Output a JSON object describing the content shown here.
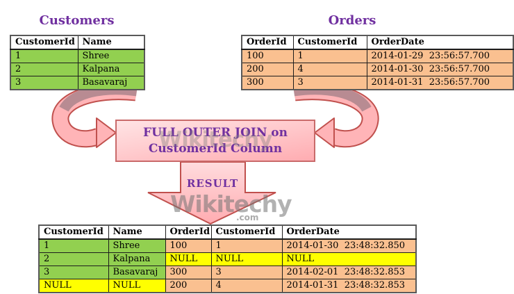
{
  "palette": {
    "green": "#92d050",
    "orange": "#fac090",
    "yellow": "#ffff00",
    "purple": "#7030a0",
    "pink_band": "#ffb4b7",
    "pink_border": "#c0504d",
    "pink_light": "#ffdcde",
    "pink_deep": "#ffacb1",
    "flap": "#b4898f",
    "table_outer_border": "#595959",
    "table_inner_border": "#1c1c1c",
    "watermark_gray": "#7d7d7d"
  },
  "customers_table": {
    "title": "Customers",
    "headers": [
      "CustomerId",
      "Name"
    ],
    "rows": [
      {
        "cells": [
          "1",
          "Shree"
        ],
        "colors": [
          "green",
          "green"
        ]
      },
      {
        "cells": [
          "2",
          "Kalpana"
        ],
        "colors": [
          "green",
          "green"
        ]
      },
      {
        "cells": [
          "3",
          "Basavaraj"
        ],
        "colors": [
          "green",
          "green"
        ]
      }
    ]
  },
  "orders_table": {
    "title": "Orders",
    "headers": [
      "OrderId",
      "CustomerId",
      "OrderDate"
    ],
    "rows": [
      {
        "cells": [
          "100",
          "1",
          "2014-01-29  23:56:57.700"
        ],
        "colors": [
          "orange",
          "orange",
          "orange"
        ]
      },
      {
        "cells": [
          "200",
          "4",
          "2014-01-30  23:56:57.700"
        ],
        "colors": [
          "orange",
          "orange",
          "orange"
        ]
      },
      {
        "cells": [
          "300",
          "3",
          "2014-01-31  23:56:57.700"
        ],
        "colors": [
          "orange",
          "orange",
          "orange"
        ]
      }
    ]
  },
  "join_box": {
    "line1": "FULL OUTER JOIN on",
    "line2": "CustomerId Column"
  },
  "result_label": "RESULT",
  "watermarks": {
    "box": "Wikitechy",
    "arrow": "Wikitechy",
    "arrow_suffix": ".com"
  },
  "result_table": {
    "headers": [
      "CustomerId",
      "Name",
      "OrderId",
      "CustomerId",
      "OrderDate"
    ],
    "rows": [
      {
        "cells": [
          "1",
          "Shree",
          "100",
          "1",
          "2014-01-30  23:48:32.850"
        ],
        "colors": [
          "green",
          "green",
          "orange",
          "orange",
          "orange"
        ]
      },
      {
        "cells": [
          "2",
          "Kalpana",
          "NULL",
          "NULL",
          "NULL"
        ],
        "colors": [
          "green",
          "green",
          "yellow",
          "yellow",
          "yellow"
        ]
      },
      {
        "cells": [
          "3",
          "Basavaraj",
          "300",
          "3",
          "2014-02-01  23:48:32.853"
        ],
        "colors": [
          "green",
          "green",
          "orange",
          "orange",
          "orange"
        ]
      },
      {
        "cells": [
          "NULL",
          "NULL",
          "200",
          "4",
          "2014-01-31  23:48:32.853"
        ],
        "colors": [
          "yellow",
          "yellow",
          "orange",
          "orange",
          "orange"
        ]
      }
    ]
  }
}
